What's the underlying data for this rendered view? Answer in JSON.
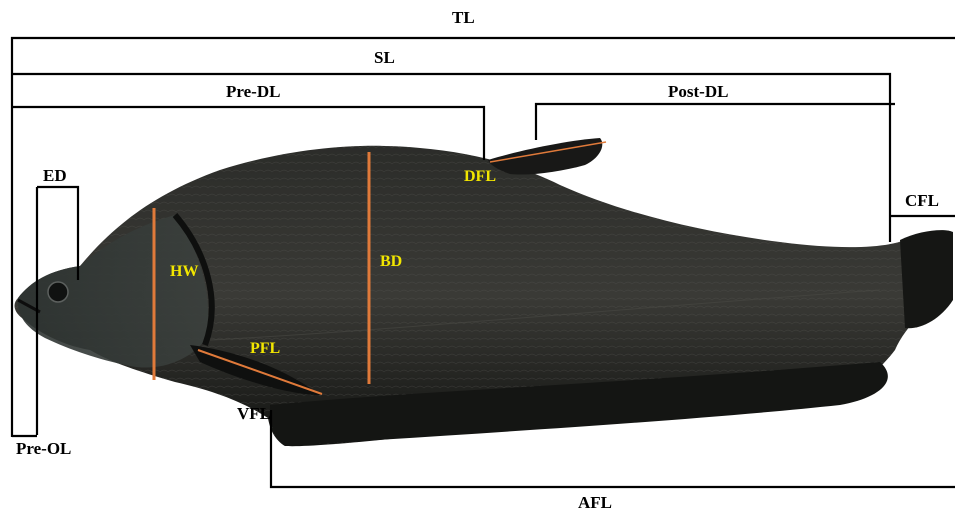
{
  "labels": {
    "tl": "TL",
    "sl": "SL",
    "pre_dl": "Pre-DL",
    "post_dl": "Post-DL",
    "ed": "ED",
    "cfl": "CFL",
    "dfl": "DFL",
    "hw": "HW",
    "bd": "BD",
    "pfl": "PFL",
    "vfl": "VFL",
    "pre_ol": "Pre-OL",
    "afl": "AFL"
  },
  "colors": {
    "measure_line": "#000000",
    "inner_label": "#f2e600",
    "marker": "#e07a3a",
    "fish_body": "#1c1d1b",
    "fish_head": "#2c3430"
  }
}
